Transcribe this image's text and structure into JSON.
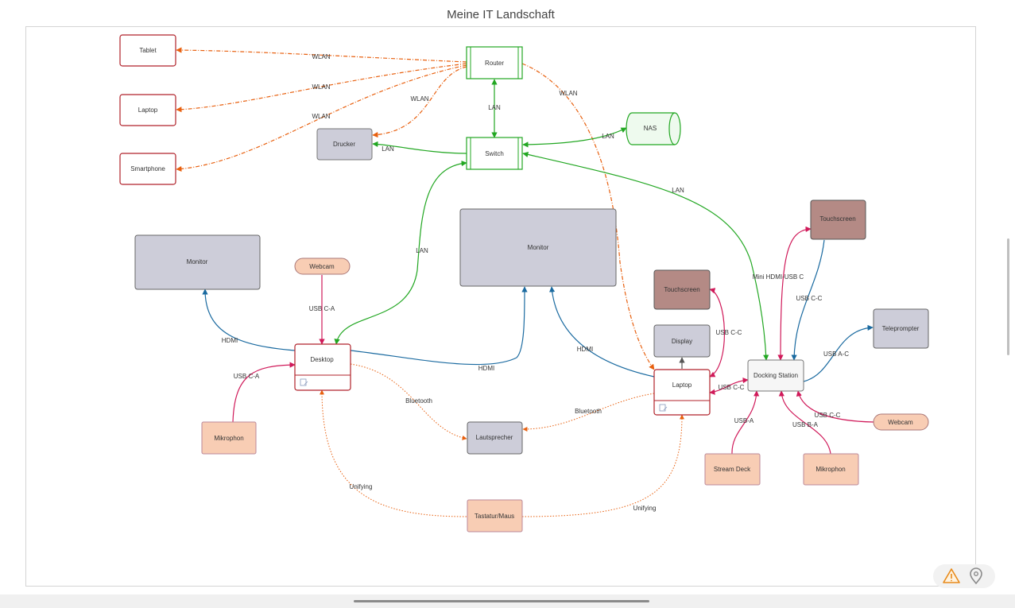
{
  "title": "Meine IT Landschaft",
  "colors": {
    "wlan": "#e8600f",
    "lan": "#22a722",
    "hdmi": "#1a6aa0",
    "usb": "#d01a5a",
    "bt": "#e8600f"
  },
  "nodes": {
    "tablet": "Tablet",
    "laptop_wlan": "Laptop",
    "smartphone": "Smartphone",
    "router": "Router",
    "switch": "Switch",
    "drucker": "Drucker",
    "nas": "NAS",
    "monitor_left": "Monitor",
    "monitor_center": "Monitor",
    "webcam_left": "Webcam",
    "desktop": "Desktop",
    "mikrophon_left": "Mikrophon",
    "lautsprecher": "Lautsprecher",
    "tastatur": "Tastatur/Maus",
    "touchscreen_mid": "Touchscreen",
    "display": "Display",
    "laptop": "Laptop",
    "touchscreen_right": "Touchscreen",
    "teleprompter": "Teleprompter",
    "docking": "Docking Station",
    "webcam_right": "Webcam",
    "stream_deck": "Stream Deck",
    "mikrophon_right": "Mikrophon"
  },
  "edge_labels": {
    "wlan_tablet": "WLAN",
    "wlan_laptop": "WLAN",
    "wlan_smartphone": "WLAN",
    "wlan_drucker": "WLAN",
    "wlan_laptop2": "WLAN",
    "lan_router_switch": "LAN",
    "lan_switch_drucker": "LAN",
    "lan_switch_nas": "LAN",
    "lan_switch_docking": "LAN",
    "lan_switch_desktop": "LAN",
    "hdmi_desktop_monitor": "HDMI",
    "hdmi_desktop_monitor2": "HDMI",
    "hdmi_laptop_monitor2": "HDMI",
    "usb_webcam_desktop": "USB C-A",
    "usb_mik_desktop": "USB C-A",
    "bt_desktop": "Bluetooth",
    "bt_laptop": "Bluetooth",
    "unifying_desktop": "Unifying",
    "unifying_laptop": "Unifying",
    "usb_laptop_touch": "USB C-C",
    "usb_laptop_dock": "USB C-C",
    "minihdmi": "Mini HDMI-USB C",
    "usb_touch_dock": "USB C-C",
    "usb_dock_tele": "USB A-C",
    "usb_streamdeck": "USB-A",
    "usb_mik_dock": "USB B-A",
    "usb_webcam_dock": "USB C-C"
  }
}
